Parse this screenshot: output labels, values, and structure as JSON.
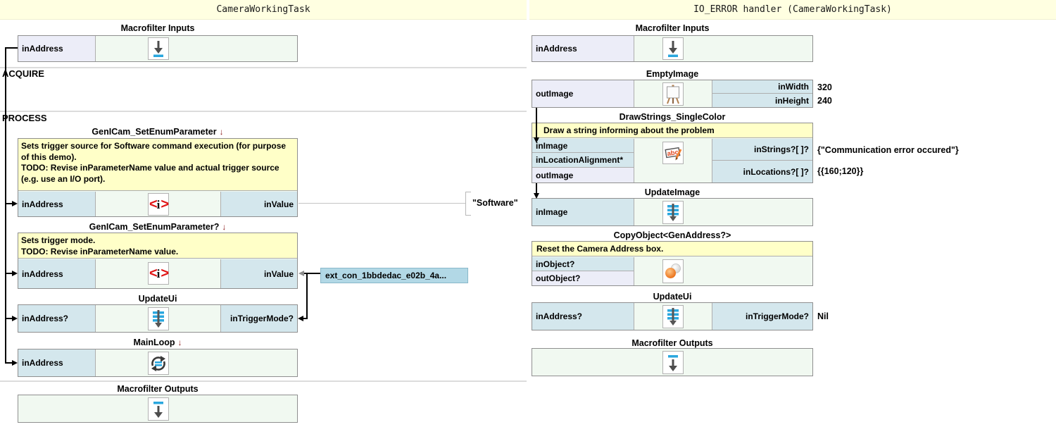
{
  "icons": {
    "expand_arrow": "↓"
  },
  "left_panel": {
    "title": "CameraWorkingTask",
    "section_acquire": "ACQUIRE",
    "section_process": "PROCESS",
    "macro_inputs": {
      "title": "Macrofilter Inputs",
      "port_out": "inAddress"
    },
    "genicam1": {
      "title": "GenICam_SetEnumParameter",
      "comment": "Sets trigger source for Software command execution (for purpose of this demo).\nTODO: Revise inParameterName value and actual trigger source (e.g. use an I/O port).",
      "port_in": "inAddress",
      "port_value": "inValue",
      "value": "\"Software\""
    },
    "genicam2": {
      "title": "GenICam_SetEnumParameter?",
      "comment": "Sets trigger mode.\nTODO: Revise inParameterName value.",
      "port_in": "inAddress",
      "port_value": "inValue",
      "ext_connection": "ext_con_1bbdedac_e02b_4a..."
    },
    "updateui": {
      "title": "UpdateUi",
      "port_in": "inAddress?",
      "port_right": "inTriggerMode?"
    },
    "mainloop": {
      "title": "MainLoop",
      "port_in": "inAddress"
    },
    "macro_outputs": {
      "title": "Macrofilter Outputs"
    }
  },
  "right_panel": {
    "title": "IO_ERROR handler (CameraWorkingTask)",
    "macro_inputs": {
      "title": "Macrofilter Inputs",
      "port_out": "inAddress"
    },
    "empty_image": {
      "title": "EmptyImage",
      "port_out": "outImage",
      "port_width": "inWidth",
      "port_height": "inHeight",
      "width_value": "320",
      "height_value": "240"
    },
    "draw_strings": {
      "title": "DrawStrings_SingleColor",
      "comment": "Draw a string informing about the problem",
      "port_in_image": "inImage",
      "port_alignment": "inLocationAlignment*",
      "port_out_image": "outImage",
      "port_strings": "inStrings?[ ]?",
      "port_locations": "inLocations?[ ]?",
      "strings_value": "{\"Communication error occured\"}",
      "locations_value": "{{160;120}}"
    },
    "update_image": {
      "title": "UpdateImage",
      "port_in": "inImage"
    },
    "copy_object": {
      "title": "CopyObject<GenAddress?>",
      "comment": "Reset the Camera Address box.",
      "port_in": "inObject?",
      "port_out": "outObject?"
    },
    "updateui": {
      "title": "UpdateUi",
      "port_in": "inAddress?",
      "port_right": "inTriggerMode?",
      "value": "Nil"
    },
    "macro_outputs": {
      "title": "Macrofilter Outputs"
    }
  }
}
